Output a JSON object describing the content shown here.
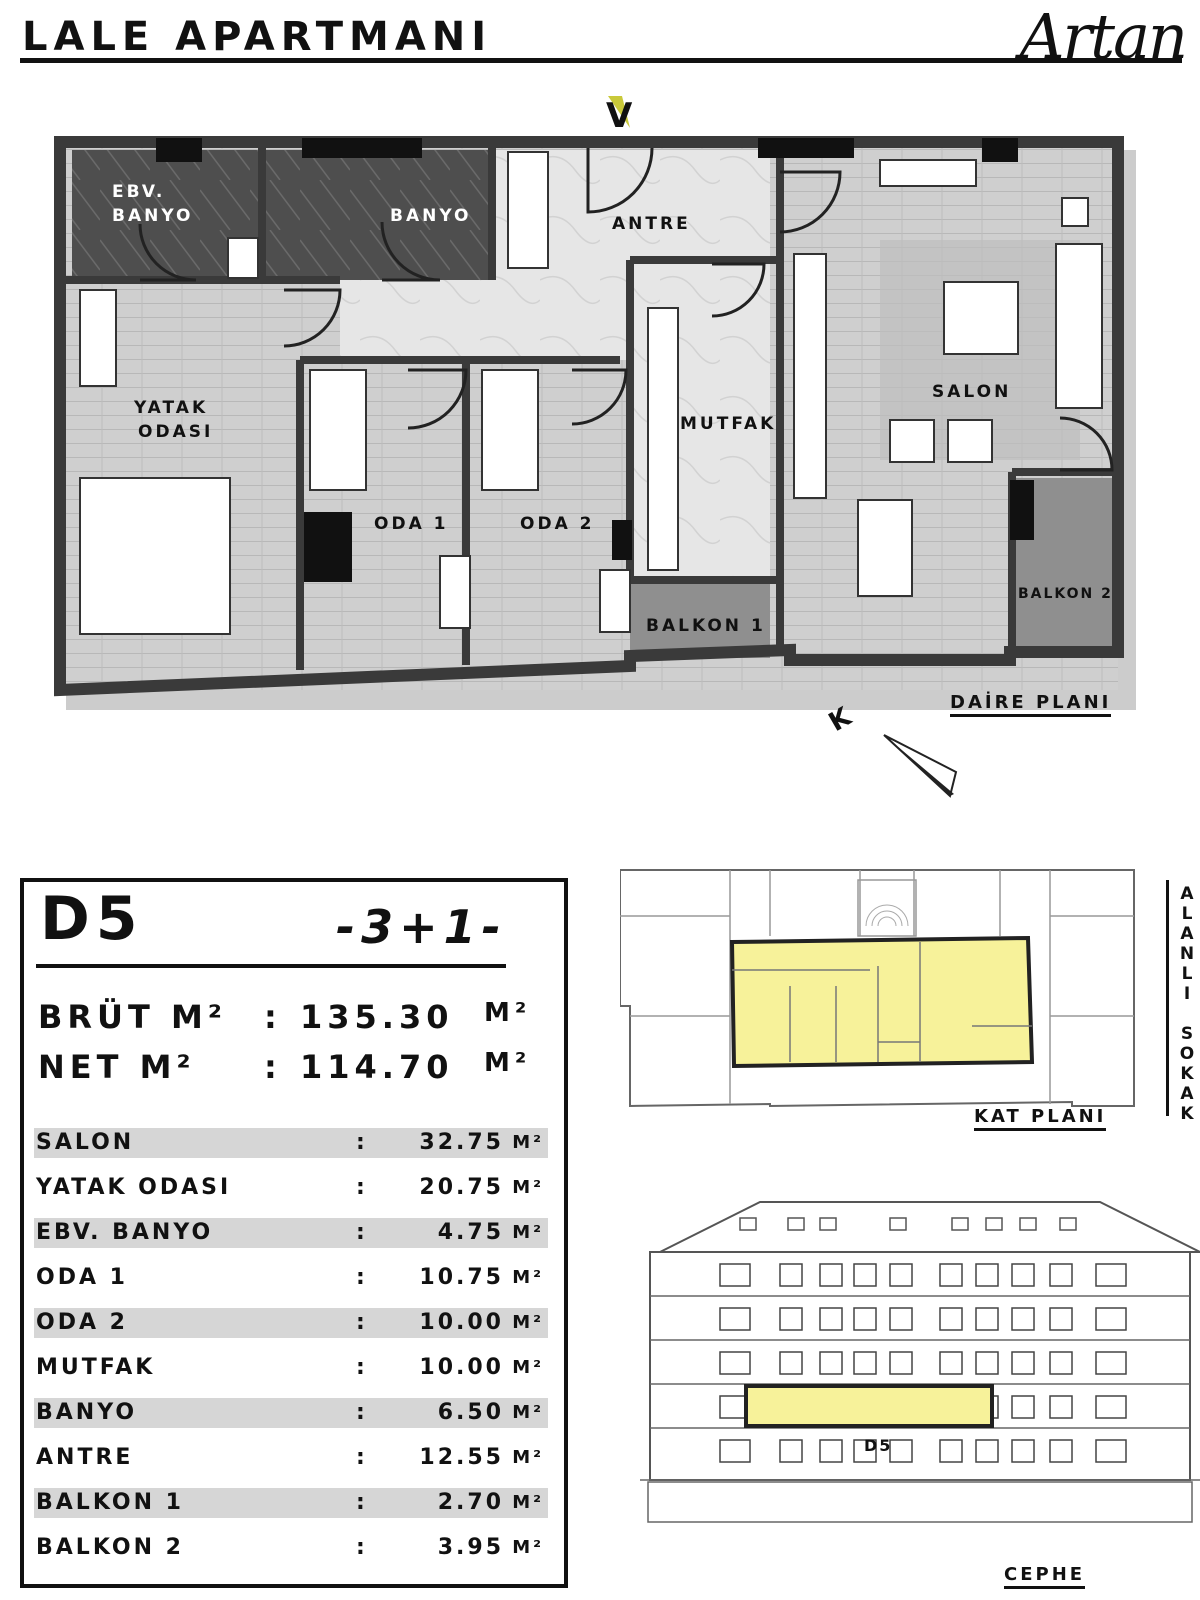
{
  "header": {
    "title": "LALE APARTMANI",
    "logo": "Artan"
  },
  "floor_plan": {
    "entry_marker": "V",
    "rooms": {
      "ebv_banyo_1": "EBV.",
      "ebv_banyo_2": "BANYO",
      "banyo": "BANYO",
      "antre": "ANTRE",
      "yatak_1": "YATAK",
      "yatak_2": "ODASI",
      "mutfak": "MUTFAK",
      "salon": "SALON",
      "oda1": "ODA 1",
      "oda2": "ODA 2",
      "balkon1": "BALKON 1",
      "balkon2": "BALKON 2"
    },
    "caption": "DAİRE PLANI",
    "north_letter": "K"
  },
  "unit": {
    "code": "D5",
    "layout": "-3+1-",
    "gross_label": "BRÜT M²",
    "gross_value": "135.30",
    "net_label": "NET M²",
    "net_value": "114.70",
    "unit_label": "M²",
    "colon": ":",
    "rooms": [
      {
        "name": "SALON",
        "value": "32.75"
      },
      {
        "name": "YATAK ODASI",
        "value": "20.75"
      },
      {
        "name": "EBV. BANYO",
        "value": "4.75"
      },
      {
        "name": "ODA 1",
        "value": "10.75"
      },
      {
        "name": "ODA 2",
        "value": "10.00"
      },
      {
        "name": "MUTFAK",
        "value": "10.00"
      },
      {
        "name": "BANYO",
        "value": "6.50"
      },
      {
        "name": "ANTRE",
        "value": "12.55"
      },
      {
        "name": "BALKON 1",
        "value": "2.70"
      },
      {
        "name": "BALKON 2",
        "value": "3.95"
      }
    ]
  },
  "kat_plani": {
    "caption": "KAT PLANI",
    "street": "ALANLI SOKAK"
  },
  "cephe": {
    "caption": "CEPHE",
    "unit_tag": "D5"
  },
  "colors": {
    "highlight": "#f7f29a",
    "highlight_stroke": "#222",
    "wall": "#3a3a3a",
    "floor": "#d9d9d9",
    "tile": "#5c5c5c",
    "balcony": "#8f8f8f"
  }
}
